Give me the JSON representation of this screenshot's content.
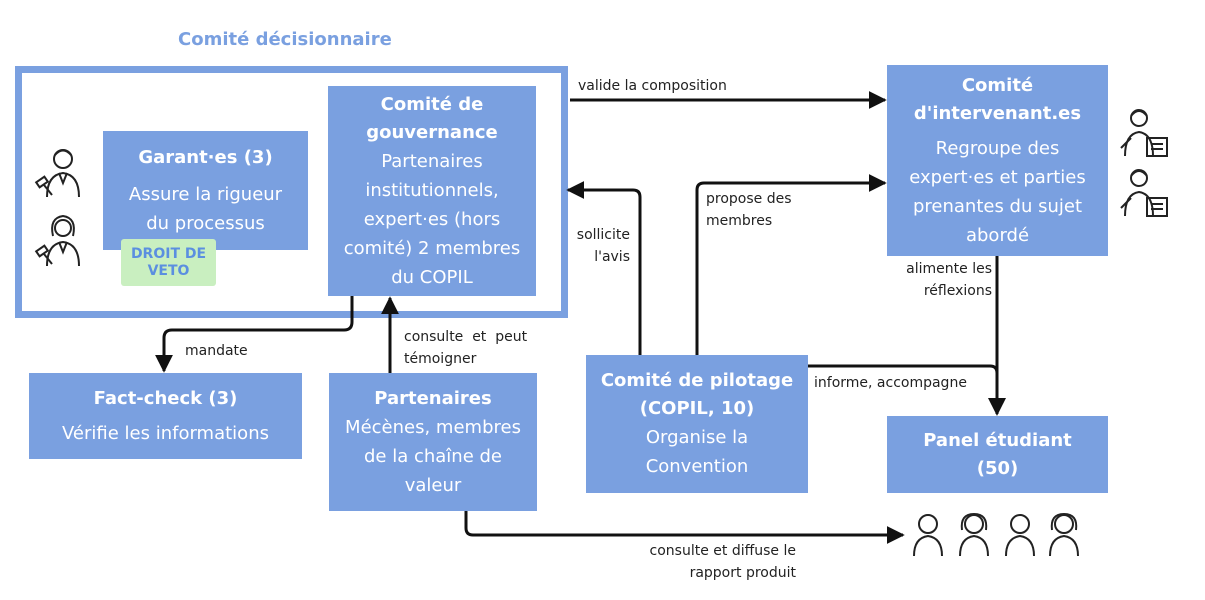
{
  "decision_frame": {
    "title": "Comité décisionnaire"
  },
  "garants": {
    "title": "Garant·es (3)",
    "desc": [
      "Assure la rigueur",
      "du processus"
    ],
    "badge": [
      "DROIT DE",
      "VETO"
    ]
  },
  "gouvernance": {
    "title": [
      "Comité de",
      "gouvernance"
    ],
    "desc": [
      "Partenaires",
      "institutionnels,",
      "expert·es (hors",
      "comité) 2 membres",
      "du COPIL"
    ]
  },
  "intervenants": {
    "title": [
      "Comité",
      "d'intervenant.es"
    ],
    "desc": [
      "Regroupe des",
      "expert·es et parties",
      "prenantes du sujet",
      "abordé"
    ]
  },
  "factcheck": {
    "title": "Fact-check  (3)",
    "desc": "Vérifie les informations"
  },
  "partenaires": {
    "title": "Partenaires",
    "desc": [
      "Mécènes, membres",
      "de la chaîne de",
      "valeur"
    ]
  },
  "copil": {
    "title": [
      "Comité de pilotage",
      "(COPIL, 10)"
    ],
    "desc": [
      "Organise la",
      "Convention"
    ]
  },
  "panel": {
    "title": [
      "Panel étudiant",
      "(50)"
    ]
  },
  "edges": {
    "valide": "valide la composition",
    "propose": [
      "propose des",
      "membres"
    ],
    "sollicite": [
      "sollicite",
      "l'avis"
    ],
    "alimente": [
      "alimente les",
      "réflexions"
    ],
    "mandate": "mandate",
    "consulte_temoigner": [
      "consulte  et  peut",
      "témoigner"
    ],
    "informe": "informe, accompagne",
    "consulte_diffuse": [
      "consulte et diffuse le",
      "rapport produit"
    ]
  },
  "colors": {
    "box": "#7aa0e0",
    "badge_bg": "#c9efc0",
    "badge_text": "#5b8fe0",
    "arrow": "#111111"
  }
}
